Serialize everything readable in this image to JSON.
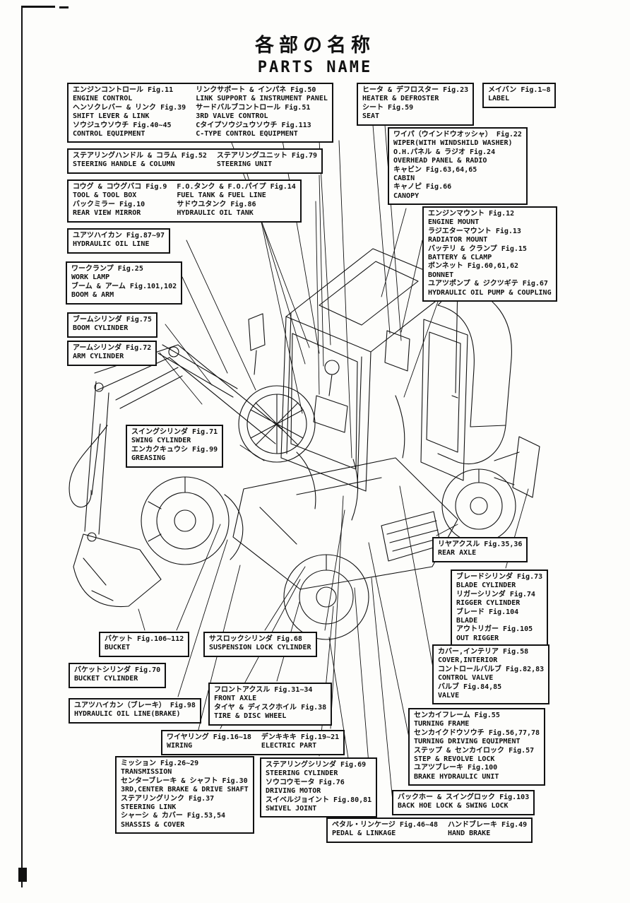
{
  "title": {
    "jp": "各部の名称",
    "en": "PARTS NAME"
  },
  "diagram_subject": "wheeled-excavator-parts-diagram",
  "labels": [
    {
      "id": "engine-control",
      "columns": [
        [
          "エンジンコントロール Fig.11",
          "ENGINE CONTROL",
          "ヘンソクレバー & リンク Fig.39",
          "SHIFT LEVER & LINK",
          "ソウジュウソウチ Fig.40~45",
          "CONTROL EQUIPMENT"
        ],
        [
          "リンクサポート & インパネ Fig.50",
          "LINK SUPPORT & INSTRUMENT PANEL",
          "サードバルブコントロール Fig.51",
          "3RD VALVE CONTROL",
          "Cタイプソウジュウソウチ Fig.113",
          "C-TYPE CONTROL EQUIPMENT"
        ]
      ]
    },
    {
      "id": "heater-seat",
      "columns": [
        [
          "ヒータ & デフロスター Fig.23",
          "HEATER & DEFROSTER",
          "シート Fig.59",
          "SEAT"
        ]
      ]
    },
    {
      "id": "label",
      "columns": [
        [
          "メイバン Fig.1~8",
          "LABEL"
        ]
      ]
    },
    {
      "id": "wiper-cabin",
      "columns": [
        [
          "ワイパ（ウインドウオッシャ） Fig.22",
          "WIPER(WITH WINDSHILD WASHER)",
          "O.H.パネル & ラジオ Fig.24",
          "OVERHEAD PANEL & RADIO",
          "キャビン Fig.63,64,65",
          "CABIN",
          "キャノピ Fig.66",
          "CANOPY"
        ]
      ]
    },
    {
      "id": "steering-handle",
      "columns": [
        [
          "ステアリングハンドル & コラム Fig.52",
          "STEERING HANDLE & COLUMN"
        ],
        [
          "ステアリングユニット Fig.79",
          "STEERING UNIT"
        ]
      ]
    },
    {
      "id": "tool-box",
      "columns": [
        [
          "コウグ & コウグバコ Fig.9",
          "TOOL & TOOL BOX",
          "バックミラー Fig.10",
          "REAR VIEW MIRROR"
        ],
        [
          "F.O.タンク & F.O.パイプ Fig.14",
          "FUEL TANK & FUEL LINE",
          "サドウユタンク Fig.86",
          "HYDRAULIC OIL TANK"
        ]
      ]
    },
    {
      "id": "engine-mount",
      "columns": [
        [
          "エンジンマウント Fig.12",
          "ENGINE MOUNT",
          "ラジエターマウント Fig.13",
          "RADIATOR MOUNT",
          "バッテリ & クランプ Fig.15",
          "BATTERY & CLAMP",
          "ボンネット Fig.60,61,62",
          "BONNET",
          "ユアツポンプ & ジクツギテ Fig.67",
          "HYDRAULIC OIL PUMP & COUPLING"
        ]
      ]
    },
    {
      "id": "hydraulic-oil-line",
      "columns": [
        [
          "ユアツハイカン Fig.87~97",
          "HYDRAULIC OIL LINE"
        ]
      ]
    },
    {
      "id": "work-lamp",
      "columns": [
        [
          "ワークランプ Fig.25",
          "WORK LAMP",
          "ブーム & アーム Fig.101,102",
          "BOOM & ARM"
        ]
      ]
    },
    {
      "id": "boom-cylinder",
      "columns": [
        [
          "ブームシリンダ Fig.75",
          "BOOM CYLINDER"
        ]
      ]
    },
    {
      "id": "arm-cylinder",
      "columns": [
        [
          "アームシリンダ Fig.72",
          "ARM CYLINDER"
        ]
      ]
    },
    {
      "id": "swing-cylinder",
      "columns": [
        [
          "スイングシリンダ Fig.71",
          "SWING CYLINDER",
          "エンカクキュウシ Fig.99",
          "GREASING"
        ]
      ]
    },
    {
      "id": "rear-axle",
      "columns": [
        [
          "リヤアクスル Fig.35,36",
          "REAR AXLE"
        ]
      ]
    },
    {
      "id": "blade-cylinder",
      "columns": [
        [
          "ブレードシリンダ Fig.73",
          "BLADE CYLINDER",
          "リガーシリンダ Fig.74",
          "RIGGER CYLINDER",
          "ブレード Fig.104",
          "BLADE",
          "アウトリガー Fig.105",
          "OUT RIGGER"
        ]
      ]
    },
    {
      "id": "bucket",
      "columns": [
        [
          "バケット Fig.106~112",
          "BUCKET"
        ]
      ]
    },
    {
      "id": "suspension-lock",
      "columns": [
        [
          "サスロックシリンダ Fig.68",
          "SUSPENSION LOCK CYLINDER"
        ]
      ]
    },
    {
      "id": "bucket-cylinder",
      "columns": [
        [
          "バケットシリンダ Fig.70",
          "BUCKET CYLINDER"
        ]
      ]
    },
    {
      "id": "cover-interior",
      "columns": [
        [
          "カバー,インテリア Fig.58",
          "COVER,INTERIOR",
          "コントロールバルブ Fig.82,83",
          "CONTROL VALVE",
          "バルブ Fig.84,85",
          "VALVE"
        ]
      ]
    },
    {
      "id": "front-axle",
      "columns": [
        [
          "フロントアクスル Fig.31~34",
          "FRONT AXLE",
          "タイヤ & ディスクホイル Fig.38",
          "TIRE & DISC WHEEL"
        ]
      ]
    },
    {
      "id": "hydraulic-brake-line",
      "columns": [
        [
          "ユアツハイカン（ブレーキ） Fig.98",
          "HYDRAULIC OIL LINE(BRAKE)"
        ]
      ]
    },
    {
      "id": "wiring",
      "columns": [
        [
          "ワイヤリング Fig.16~18",
          "WIRING"
        ],
        [
          "デンキキキ Fig.19~21",
          "ELECTRIC PART"
        ]
      ]
    },
    {
      "id": "turning-frame",
      "columns": [
        [
          "センカイフレーム Fig.55",
          "TURNING FRAME",
          "センカイクドウソウチ Fig.56,77,78",
          "TURNING DRIVING EQUIPMENT",
          "ステップ & センカイロック Fig.57",
          "STEP & REVOLVE LOCK",
          "ユアツブレーキ Fig.100",
          "BRAKE HYDRAULIC UNIT"
        ]
      ]
    },
    {
      "id": "transmission",
      "columns": [
        [
          "ミッション Fig.26~29",
          "TRANSMISSION",
          "センターブレーキ & シャフト Fig.30",
          "3RD,CENTER BRAKE & DRIVE SHAFT",
          "ステアリングリンク Fig.37",
          "STEERING LINK",
          "シャーシ & カバー Fig.53,54",
          "SHASSIS & COVER"
        ]
      ]
    },
    {
      "id": "steering-cylinder",
      "columns": [
        [
          "ステアリングシリンダ Fig.69",
          "STEERING CYLINDER",
          "ソウコウモータ Fig.76",
          "DRIVING MOTOR",
          "スイベルジョイント Fig.80,81",
          "SWIVEL JOINT"
        ]
      ]
    },
    {
      "id": "backhoe-swing-lock",
      "columns": [
        [
          "バックホー & スイングロック Fig.103",
          "BACK HOE LOCK & SWING LOCK"
        ]
      ]
    },
    {
      "id": "pedal-linkage",
      "columns": [
        [
          "ペタル・リンケージ Fig.46~48",
          "PEDAL & LINKAGE"
        ],
        [
          "ハンドブレーキ Fig.49",
          "HAND BRAKE"
        ]
      ]
    }
  ],
  "ink_color": "#111111",
  "paper_color": "#fdfdfb"
}
